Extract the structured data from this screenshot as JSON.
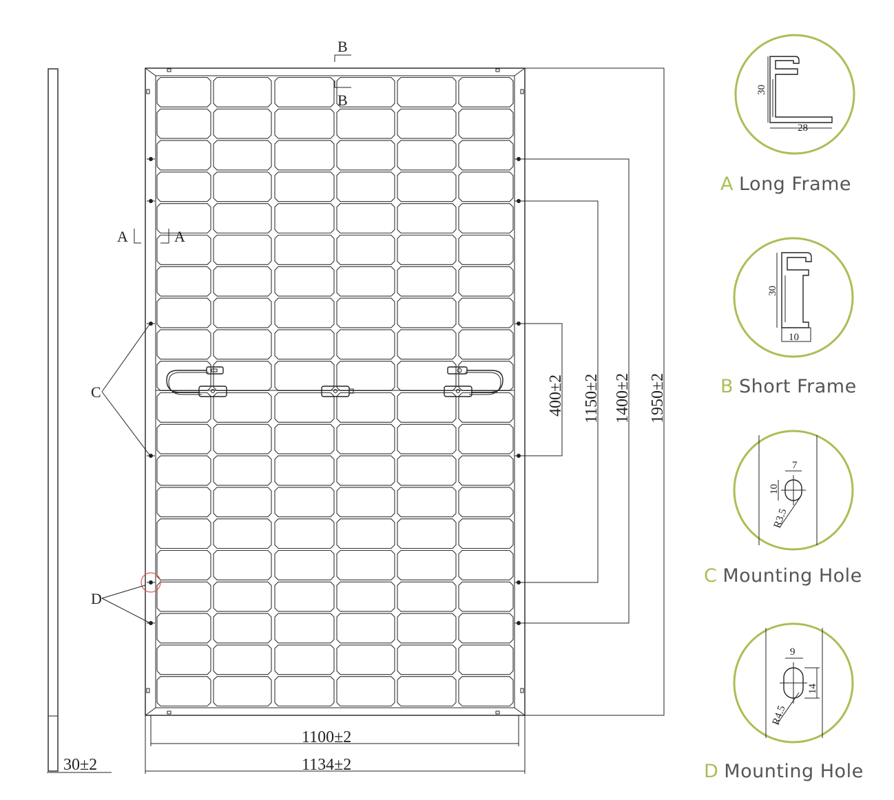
{
  "accent_color": "#a8bf55",
  "section_markers": {
    "b_top": "B",
    "b_bottom": "B",
    "a_left": "A",
    "a_right": "A"
  },
  "callouts": {
    "c": "C",
    "d": "D"
  },
  "dimensions": {
    "side_thickness": "30±2",
    "mount_width": "1100±2",
    "total_width": "1134±2",
    "hole_spacing_c": "400±2",
    "hole_spacing_inner": "1150±2",
    "hole_spacing_outer": "1400±2",
    "total_length": "1950±2"
  },
  "details": [
    {
      "letter": "A",
      "title": "Long Frame",
      "dims": [
        "30",
        "28"
      ]
    },
    {
      "letter": "B",
      "title": "Short Frame",
      "dims": [
        "30",
        "10"
      ]
    },
    {
      "letter": "C",
      "title": "Mounting Hole",
      "dims": [
        "7",
        "10",
        "R3.5"
      ]
    },
    {
      "letter": "D",
      "title": "Mounting Hole",
      "dims": [
        "9",
        "14",
        "R4.5"
      ]
    }
  ]
}
